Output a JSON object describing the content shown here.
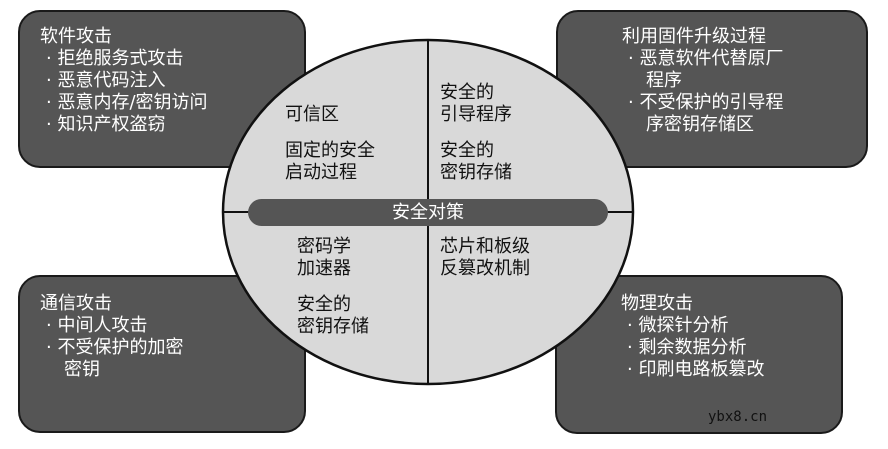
{
  "center": {
    "title": "安全对策",
    "q1": [
      "可信区",
      "固定的安全",
      "启动过程"
    ],
    "q2": [
      "安全的",
      "引导程序",
      "安全的",
      "密钥存储"
    ],
    "q3": [
      "密码学",
      "加速器",
      "安全的",
      "密钥存储"
    ],
    "q4": [
      "芯片和板级",
      "反篡改机制"
    ]
  },
  "software": {
    "title": "软件攻击",
    "items": [
      "拒绝服务式攻击",
      "恶意代码注入",
      "恶意内存/密钥访问",
      "知识产权盗窃"
    ]
  },
  "firmware": {
    "title": "利用固件升级过程",
    "items": [
      "恶意软件代替原厂",
      "程序",
      "不受保护的引导程",
      "序密钥存储区"
    ]
  },
  "comm": {
    "title": "通信攻击",
    "items": [
      "中间人攻击",
      "不受保护的加密",
      "密钥"
    ]
  },
  "physical": {
    "title": "物理攻击",
    "items": [
      "微探针分析",
      "剩余数据分析",
      "印刷电路板篡改"
    ]
  },
  "watermark": "ybx8.cn"
}
